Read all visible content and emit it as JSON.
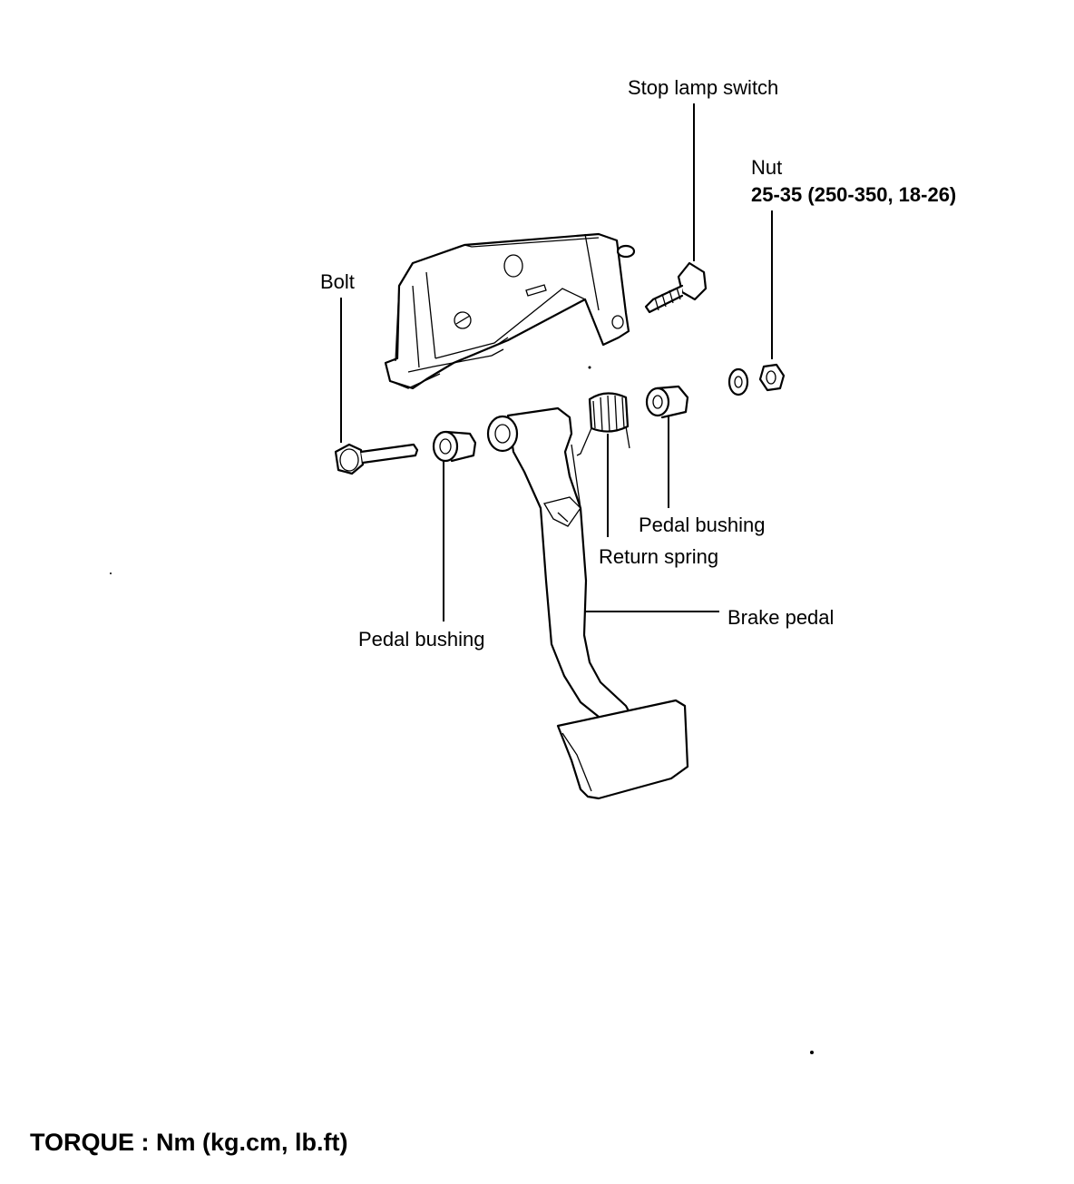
{
  "labels": {
    "stop_lamp_switch": "Stop lamp switch",
    "nut": "Nut",
    "nut_torque": "25-35 (250-350, 18-26)",
    "bolt": "Bolt",
    "pedal_bushing_right": "Pedal bushing",
    "return_spring": "Return spring",
    "brake_pedal": "Brake pedal",
    "pedal_bushing_left": "Pedal bushing"
  },
  "footer": {
    "torque_units": "TORQUE : Nm (kg.cm, lb.ft)"
  }
}
